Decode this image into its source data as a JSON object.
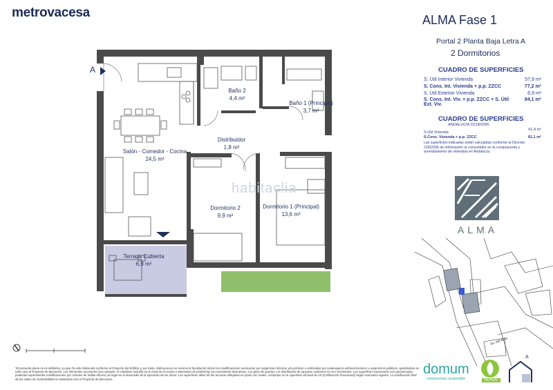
{
  "brand": "metrovacesa",
  "header": {
    "title": "ALMA Fase 1",
    "subtitle": "Portal 2 Planta Baja Letra A",
    "bedrooms": "2 Dormitorios"
  },
  "surfaces": {
    "heading": "CUADRO DE SUPERFICIES",
    "rows": [
      {
        "label": "S. Útil Interior Vivienda",
        "value": "57,9 m²"
      },
      {
        "label": "S. Cons. Int. Vivienda + p.p. ZZCC",
        "value": "77,2 m²"
      },
      {
        "label": "S. Útil Exterior Vivienda",
        "value": "6,9 m²"
      },
      {
        "label": "S. Cons. Int. Viv. + p.p. ZZCC + S. Útil Ext. Viv.",
        "value": "84,1 m²"
      }
    ]
  },
  "surfaces_andalucia": {
    "heading": "CUADRO DE SUPERFICIES",
    "subheading": "ANDALUCÍA D218/2005",
    "rows": [
      {
        "label": "S.Útil Vivienda",
        "value": "61,4 m²"
      },
      {
        "label": "S.Cons. Vivienda + p.p. ZZCC",
        "value": "81,1 m²"
      }
    ],
    "note": "Las superficies indicadas están calculadas conforme al Decreto 218/2005 de información al consumidor en la compraventa y arrendamiento de viviendas en Andalucía."
  },
  "plan": {
    "entrance": "A",
    "watermark": "habitaclia",
    "rooms": [
      {
        "name": "Baño 2",
        "area": "4,4 m²"
      },
      {
        "name": "Baño 1 (Principal)",
        "area": "3,7 m²"
      },
      {
        "name": "Distribuidor",
        "area": "1,8 m²"
      },
      {
        "name": "Salón - Comedor - Cocina",
        "area": "24,5 m²"
      },
      {
        "name": "Dormitorio 2",
        "area": "9,9 m²"
      },
      {
        "name": "Dormitorio 1 (Principal)",
        "area": "13,6 m²"
      },
      {
        "name": "Terraza Cubierta",
        "area": "6,9 m²"
      }
    ]
  },
  "logo": {
    "alma": "ALMA",
    "domum": "domum",
    "domum_tag": "compromiso sostenible",
    "verde": "VERDE",
    "north": "A"
  },
  "map": {
    "street": "Av. del Bolo"
  },
  "legal": "*El presente plano no es definitivo, ya que ha sido elaborado conforme al Proyecto del Edificio y, por tanto, Metrovacesa se reserva la facultad de incluir las modificaciones necesarias por exigencias técnicas y/o jurídicas u ordenadas por cualesquiera administraciones u organismos públicos, ajustándose en todo caso al Proyecto de Ejecución. Los elementos accesorios (por ejemplo, el mobiliario incluido en la zona de la cocina o elementos de jardinería) son meramente ilustrativos. Los giros de puertas y la distribución de aparatos sanitarios no son vinculantes. Las superficies expresadas son aproximadas, pudiendo experimentar modificaciones por razones de índole técnico y/o legal en el desarrollo de la ejecución de las obras. Las superficies útiles de las terrazas reflejadas en plano son reales, computan en la superficie útil total de VP (Calificación Provisional) según normativa vigente. La clasificación final de los sellos de sostenibilidad se obtendrán tras el Proyecto de Ejecución."
}
